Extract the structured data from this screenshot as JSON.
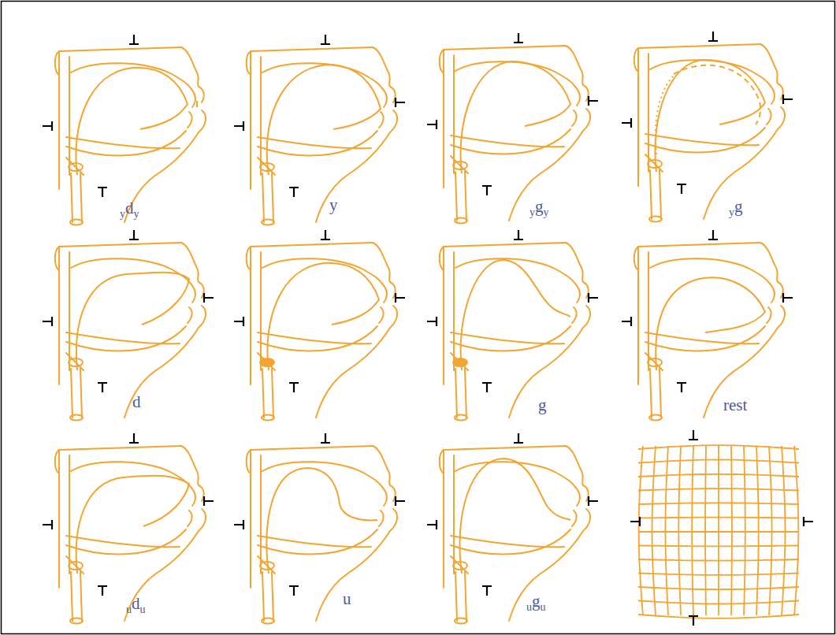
{
  "diagram": {
    "labels": [
      "ydy",
      "y",
      "ygy",
      "yg",
      "d",
      "g",
      "rest",
      "udu",
      "u",
      "ugu"
    ]
  }
}
